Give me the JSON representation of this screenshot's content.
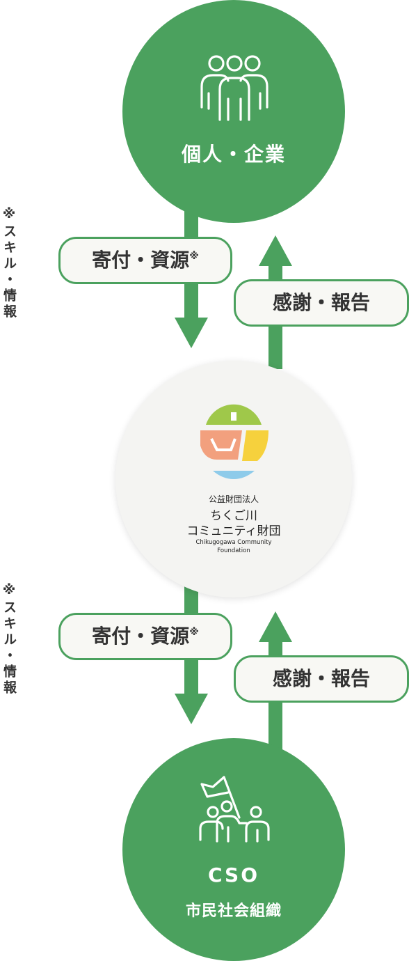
{
  "donors": {
    "title": "個人・企業",
    "icon": "people-group-icon"
  },
  "cso": {
    "title_en": "CSO",
    "title_ja": "市民社会組織",
    "icon": "people-with-flag-icon"
  },
  "foundation": {
    "type_label": "公益財団法人",
    "name_line1": "ちくご川",
    "name_line2": "コミュニティ財団",
    "name_en_line1": "Chikugogawa Community",
    "name_en_line2": "Foundation",
    "logo_colors": {
      "top": "#9fc84a",
      "left": "#f2a07e",
      "right": "#f6d13d",
      "bottom": "#8ecbea"
    }
  },
  "flows": {
    "upper_down": {
      "label": "寄付・資源",
      "mark": "※"
    },
    "upper_up": {
      "label": "感謝・報告"
    },
    "lower_down": {
      "label": "寄付・資源",
      "mark": "※"
    },
    "lower_up": {
      "label": "感謝・報告"
    }
  },
  "notes": {
    "upper": "※スキル・情報",
    "lower": "※スキル・情報"
  },
  "colors": {
    "green": "#4ba15e",
    "pill_bg": "#f8f8f4",
    "text": "#333333"
  }
}
